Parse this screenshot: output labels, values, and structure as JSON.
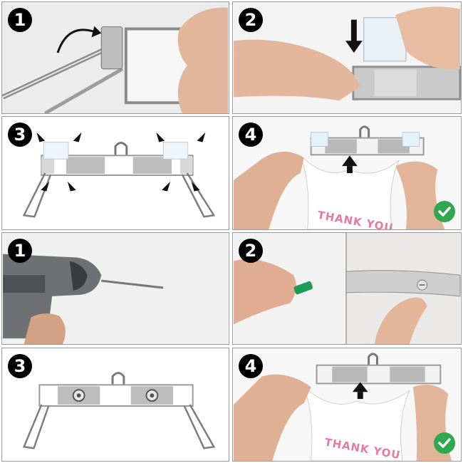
{
  "section_adhesive": {
    "steps": [
      {
        "number": "1"
      },
      {
        "number": "2"
      },
      {
        "number": "3"
      },
      {
        "number": "4",
        "bag_text": "THANK YOU"
      }
    ]
  },
  "section_screw": {
    "steps": [
      {
        "number": "1"
      },
      {
        "number": "2"
      },
      {
        "number": "3"
      },
      {
        "number": "4",
        "bag_text": "THANK YOU"
      }
    ]
  },
  "icons": {
    "step_badge": "black-circle-number",
    "success": "green-checkmark-icon",
    "direction": "black-arrow-icon"
  },
  "colors": {
    "badge_bg": "#000000",
    "success_green": "#2fa84f",
    "bag_text_pink": "#e57aa6",
    "panel_border": "#9a9a9a"
  }
}
